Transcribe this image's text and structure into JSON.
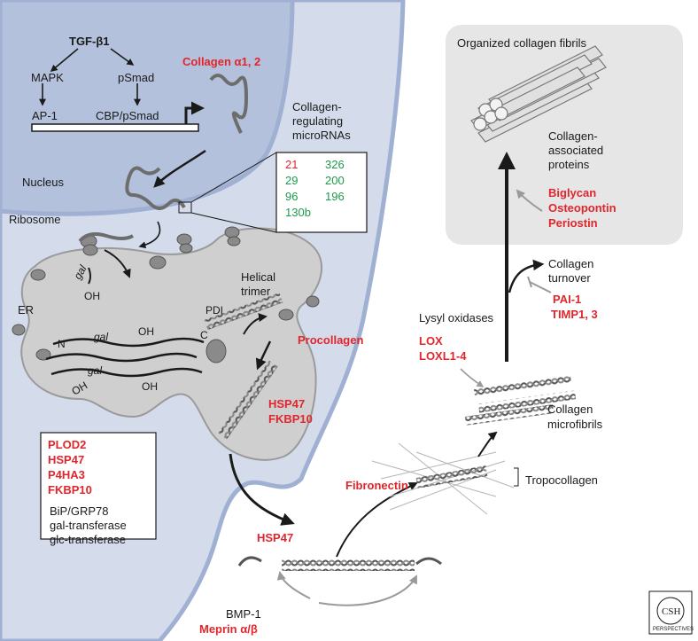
{
  "labels": {
    "tgf": "TGF-β1",
    "mapk": "MAPK",
    "psmad": "pSmad",
    "ap1": "AP-1",
    "cbp": "CBP/pSmad",
    "collagen_genes": "Collagen α1, 2",
    "nucleus": "Nucleus",
    "ribosome": "Ribosome",
    "er": "ER",
    "gal": "gal",
    "oh": "OH",
    "n_term": "N",
    "c_term": "C",
    "pdi": "PDI",
    "helical_line1": "Helical",
    "helical_line2": "trimer",
    "procollagen": "Procollagen",
    "hsp47_er": "HSP47",
    "fkbp10_er": "FKBP10",
    "mirna_line1": "Collagen-",
    "mirna_line2": "regulating",
    "mirna_line3": "microRNAs",
    "hsp47_out": "HSP47",
    "bmp1": "BMP-1",
    "meprin": "Meprin α/β",
    "fibronectin": "Fibronectin",
    "tropocollagen": "Tropocollagen",
    "lysyl": "Lysyl oxidases",
    "lox": "LOX",
    "loxl": "LOXL1-4",
    "microfibrils_line1": "Collagen",
    "microfibrils_line2": "microfibrils",
    "turnover_line1": "Collagen",
    "turnover_line2": "turnover",
    "pai1": "PAI-1",
    "timp": "TIMP1, 3",
    "organized": "Organized collagen fibrils",
    "assoc_line1": "Collagen-",
    "assoc_line2": "associated",
    "assoc_line3": "proteins",
    "biglycan": "Biglycan",
    "osteopontin": "Osteopontin",
    "periostin": "Periostin",
    "logo_line1": "CSH",
    "logo_line2": "PERSPECTIVES"
  },
  "mirnas": {
    "col1": [
      "21",
      "29",
      "96",
      "130b"
    ],
    "col2": [
      "326",
      "200",
      "196"
    ]
  },
  "er_box": {
    "red_items": [
      "PLOD2",
      "HSP47",
      "P4HA3",
      "FKBP10"
    ],
    "black_items": [
      "BiP/GRP78",
      "gal-transferase",
      "glc-transferase"
    ]
  },
  "colors": {
    "cell": "#d4dcec",
    "nucleus": "#b4c1dc",
    "membrane": "#9fb0d3",
    "er": "#cfcfcf",
    "red": "#e0262c",
    "green": "#1e9a4a",
    "fibril_box": "#e6e6e6"
  }
}
